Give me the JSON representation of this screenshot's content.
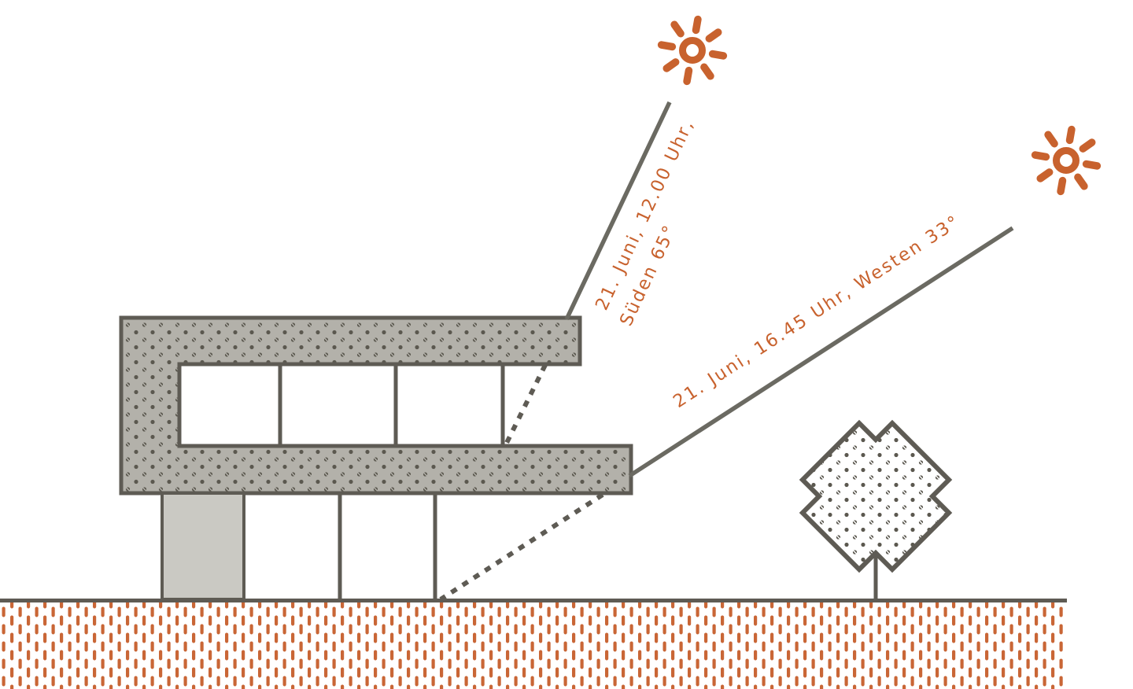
{
  "diagram": {
    "annotations": {
      "noon": {
        "label_line1": "21. Juni, 12.00 Uhr,",
        "label_line2": "Süden 65°",
        "sun_altitude_deg": 65
      },
      "afternoon": {
        "label": "21. Juni, 16.45 Uhr, Westen 33°",
        "sun_altitude_deg": 33
      }
    },
    "colors": {
      "accent_orange": "#c8622e",
      "line_gray": "#5e5b54",
      "slab_fill": "#b3b1aa",
      "column_fill": "#cac9c3",
      "ground_hatch": "#c96636",
      "background": "#ffffff"
    },
    "icons": {
      "sun": "sun-icon"
    }
  }
}
